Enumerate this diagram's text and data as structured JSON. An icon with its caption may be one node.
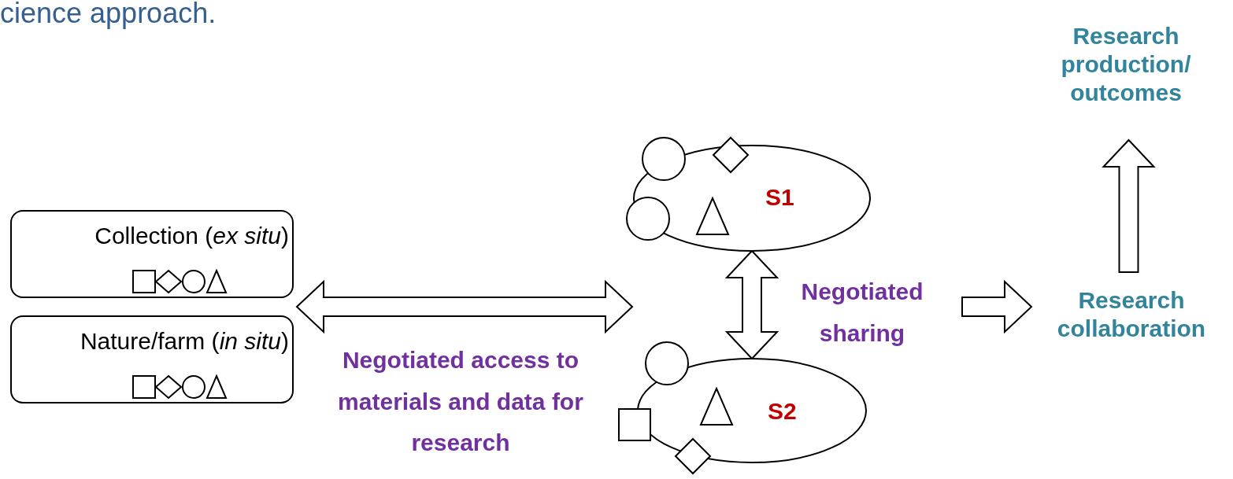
{
  "diagram": {
    "title": "cience approach.",
    "nodes": [
      {
        "text": [
          "Collection (*ex situ*)"
        ]
      },
      {
        "text": [
          "Nature/farm (*in situ*)"
        ]
      },
      {
        "text": [
          "S1"
        ]
      },
      {
        "text": [
          "S2"
        ]
      },
      {
        "text": [
          "Research collaboration"
        ]
      },
      {
        "text": [
          "Research production/ outcomes"
        ]
      }
    ],
    "edges": [
      {
        "from": 0,
        "to": 2,
        "arrow": "both",
        "label": "Negotiated access to materials  and data for research"
      },
      {
        "from": 0,
        "to": 3,
        "arrow": "both"
      },
      {
        "from": 1,
        "to": 2,
        "arrow": "both"
      },
      {
        "from": 1,
        "to": 3,
        "arrow": "both"
      },
      {
        "from": 2,
        "to": 3,
        "arrow": "both",
        "label": "Negotiated sharing"
      },
      {
        "from": null,
        "to": 4,
        "arrow": "to"
      },
      {
        "from": 4,
        "to": 5,
        "arrow": "to"
      }
    ]
  }
}
